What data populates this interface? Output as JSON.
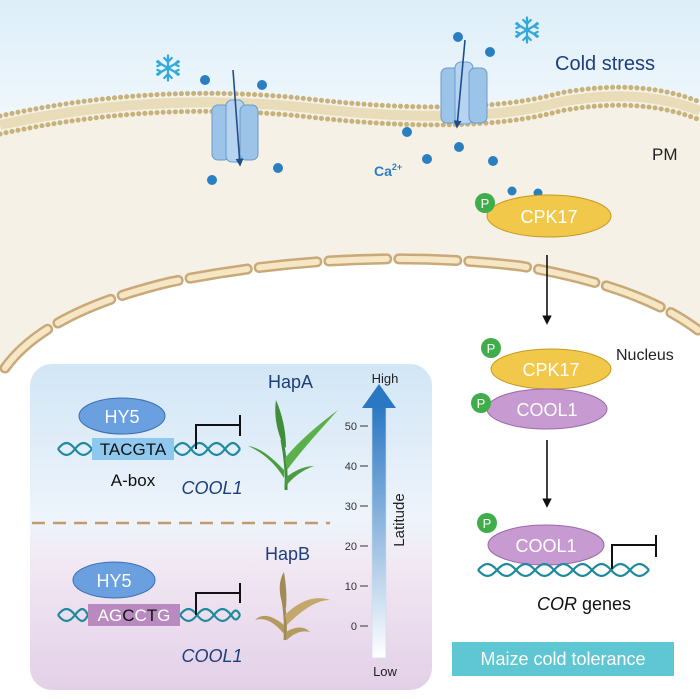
{
  "labels": {
    "cold_stress": "Cold stress",
    "pm": "PM",
    "ca_base": "Ca",
    "ca_charge": "2+",
    "nucleus": "Nucleus",
    "cor_gene_italic": "COR",
    "cor_gene_suffix": " genes",
    "banner": "Maize cold tolerance"
  },
  "proteins": {
    "cpk17": "CPK17",
    "cool1": "COOL1",
    "hy5": "HY5",
    "phospho": "P"
  },
  "haplotypes": {
    "hap_a": {
      "name": "HapA",
      "motif": "TACGTA",
      "motif_label": "A-box",
      "gene": "COOL1"
    },
    "hap_b": {
      "name": "HapB",
      "motif_letters": [
        "AG",
        "C",
        "C",
        "T",
        "G"
      ],
      "gene": "COOL1"
    }
  },
  "latitude_scale": {
    "title": "Latitude",
    "high_label": "High",
    "low_label": "Low",
    "ticks": [
      50,
      40,
      30,
      20,
      10,
      0
    ]
  },
  "colors": {
    "membrane": "#c8b27a",
    "calcium": "#2a7fc1",
    "cpk17_fill": "#f2c84b",
    "cool1_fill": "#c79ad2",
    "hy5_fill": "#6a9fe0",
    "phospho": "#3fae4a",
    "box_motif": "#8ec8ee",
    "banner_fill": "#5ec7d3",
    "dna": "#1f8a9e"
  }
}
